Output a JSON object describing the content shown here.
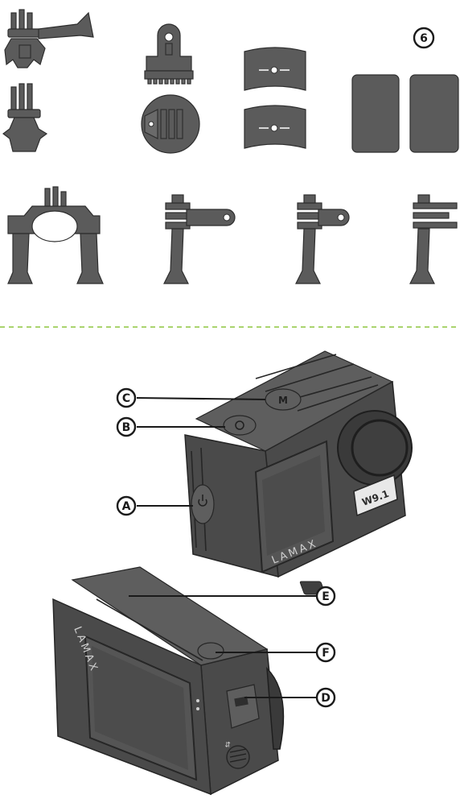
{
  "accessory_badge": "6",
  "callouts": {
    "a": "A",
    "b": "B",
    "c": "C",
    "d": "D",
    "e": "E",
    "f": "F"
  },
  "brand_front": "LAMAX",
  "brand_rear": "LAMAX",
  "model_badge": "W9.1",
  "colors": {
    "part_fill": "#5b5b5b",
    "outline": "#2e2e2e",
    "divider": "#8dc63f",
    "background": "#ffffff"
  }
}
